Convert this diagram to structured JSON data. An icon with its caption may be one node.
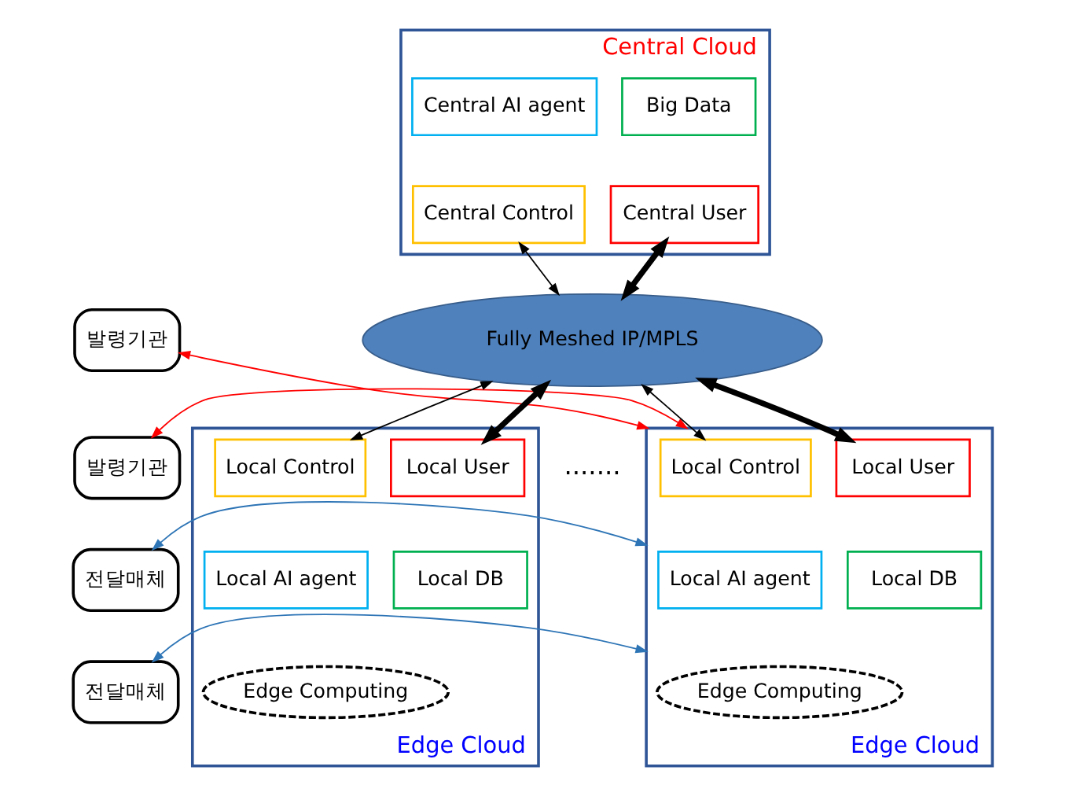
{
  "diagram": {
    "nodes": [
      {
        "text": [
          "Central Cloud"
        ]
      },
      {
        "text": [
          "Central AI agent"
        ],
        "in": 0
      },
      {
        "text": [
          "Big Data"
        ],
        "in": 0
      },
      {
        "text": [
          "Central Control"
        ],
        "in": 0
      },
      {
        "text": [
          "Central User"
        ],
        "in": 0
      },
      {
        "text": [
          "Fully Meshed IP/MPLS"
        ]
      },
      {
        "text": [
          "Edge Cloud"
        ]
      },
      {
        "text": [
          "Local Control"
        ],
        "in": 6
      },
      {
        "text": [
          "Local User"
        ],
        "in": 6
      },
      {
        "text": [
          "Local AI agent"
        ],
        "in": 6
      },
      {
        "text": [
          "Local DB"
        ],
        "in": 6
      },
      {
        "text": [
          "Edge Computing"
        ],
        "in": 6
      },
      {
        "text": [
          "Edge Cloud"
        ]
      },
      {
        "text": [
          "Local Control"
        ],
        "in": 12
      },
      {
        "text": [
          "Local User"
        ],
        "in": 12
      },
      {
        "text": [
          "Local AI agent"
        ],
        "in": 12
      },
      {
        "text": [
          "Local DB"
        ],
        "in": 12
      },
      {
        "text": [
          "Edge Computing"
        ],
        "in": 12
      },
      {
        "text": [
          "발령기관"
        ]
      },
      {
        "text": [
          "발령기관"
        ]
      },
      {
        "text": [
          "전달매체"
        ]
      },
      {
        "text": [
          "전달매체"
        ]
      }
    ],
    "edges": [
      {
        "from": 3,
        "to": 5,
        "arrow": "both"
      },
      {
        "from": 4,
        "to": 5,
        "arrow": "both",
        "style": "thick"
      },
      {
        "from": 5,
        "to": 7,
        "arrow": "both"
      },
      {
        "from": 5,
        "to": 8,
        "arrow": "both",
        "style": "thick"
      },
      {
        "from": 5,
        "to": 13,
        "arrow": "both"
      },
      {
        "from": 5,
        "to": 14,
        "arrow": "both",
        "style": "thick"
      },
      {
        "from": 18,
        "to": 6,
        "arrow": "both",
        "color": "#ff0000"
      },
      {
        "from": 19,
        "to": 6,
        "arrow": "both",
        "color": "#ff0000"
      },
      {
        "from": 20,
        "to": 6,
        "arrow": "both",
        "color": "#2e75b6"
      },
      {
        "from": 21,
        "to": 6,
        "arrow": "both",
        "color": "#2e75b6"
      }
    ],
    "labels": [
      "......."
    ]
  }
}
